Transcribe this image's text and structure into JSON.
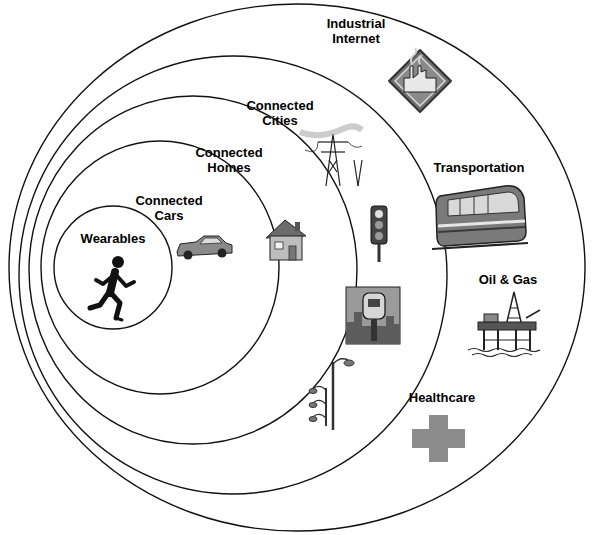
{
  "diagram": {
    "nodes": [
      {
        "text": [
          "Industrial Internet"
        ]
      },
      {
        "text": [
          "Connected Cities"
        ],
        "in": 0
      },
      {
        "text": [
          "Connected Homes"
        ],
        "in": 1
      },
      {
        "text": [
          "Connected Cars"
        ],
        "in": 2
      },
      {
        "text": [
          "Wearables"
        ],
        "in": 3
      }
    ],
    "labels": [
      "Transportation",
      "Oil & Gas",
      "Healthcare"
    ]
  }
}
